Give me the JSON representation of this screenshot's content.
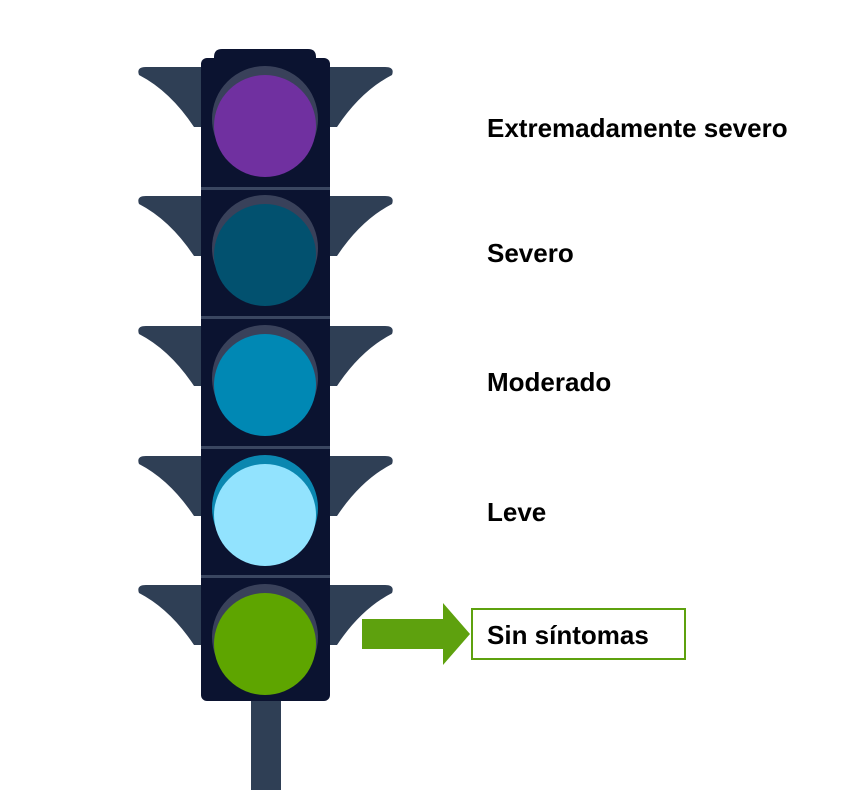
{
  "colors": {
    "housing": "#0b1330",
    "housing_divider": "#3a4660",
    "visor": "#2f3f55",
    "pole": "#2f3f55",
    "highlight_box_border": "#5ea10e",
    "arrow": "#5ea10e"
  },
  "levels": [
    {
      "label": "Extremadamente severo",
      "light_color": "#7030a0",
      "rim_color": "#39415a"
    },
    {
      "label": "Severo",
      "light_color": "#02516f",
      "rim_color": "#39415a"
    },
    {
      "label": "Moderado",
      "light_color": "#0088b4",
      "rim_color": "#39415a"
    },
    {
      "label": "Leve",
      "light_color": "#92e3fe",
      "rim_color": "#0a87b0"
    },
    {
      "label": "Sin síntomas",
      "light_color": "#5ea500",
      "rim_color": "#39415a"
    }
  ],
  "indicator": {
    "icon": "arrow-right-icon",
    "highlighted_level": "Sin síntomas"
  }
}
